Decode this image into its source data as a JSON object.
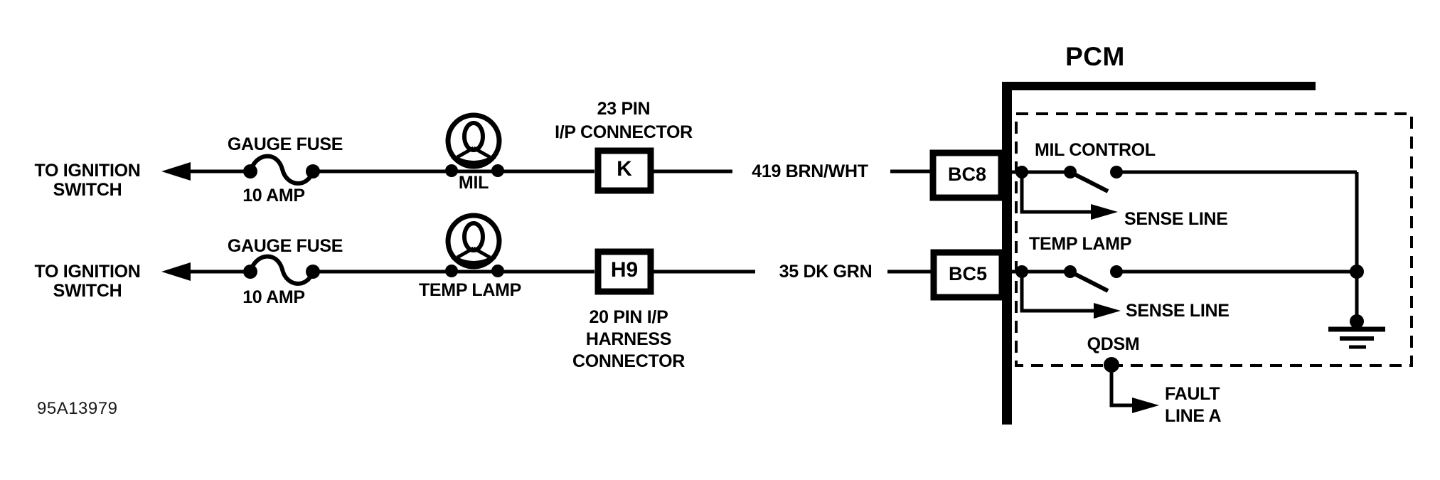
{
  "figure_id": "95A13979",
  "pcm": {
    "title": "PCM",
    "qdsm_label": "QDSM",
    "fault_line1": "FAULT",
    "fault_line2": "LINE A"
  },
  "rows": [
    {
      "dest_line1": "TO IGNITION",
      "dest_line2": "SWITCH",
      "fuse_name": "GAUGE FUSE",
      "fuse_rating": "10 AMP",
      "lamp_label": "MIL",
      "conn_line1": "23 PIN",
      "conn_line2": "I/P CONNECTOR",
      "pin": "K",
      "wire_label": "419 BRN/WHT",
      "terminal": "BC8",
      "function_label": "MIL CONTROL",
      "sense_label": "SENSE LINE"
    },
    {
      "dest_line1": "TO IGNITION",
      "dest_line2": "SWITCH",
      "fuse_name": "GAUGE FUSE",
      "fuse_rating": "10 AMP",
      "lamp_label": "TEMP LAMP",
      "conn_line1": "20 PIN I/P",
      "conn_line2": "HARNESS",
      "conn_line3": "CONNECTOR",
      "pin": "H9",
      "wire_label": "35 DK GRN",
      "terminal": "BC5",
      "function_label": "TEMP LAMP",
      "sense_label": "SENSE LINE"
    }
  ],
  "colors": {
    "ink": "#000000",
    "background": "#ffffff"
  }
}
